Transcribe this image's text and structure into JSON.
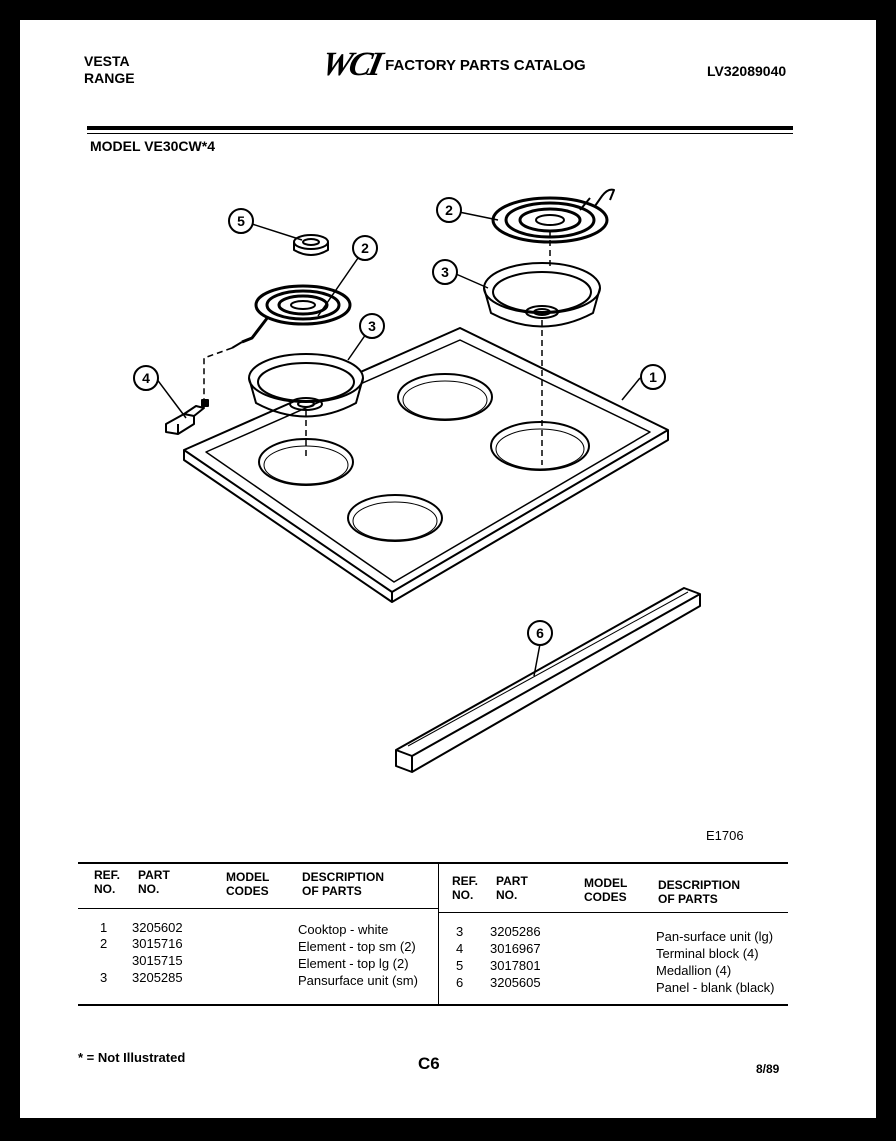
{
  "header": {
    "brand_line1": "VESTA",
    "brand_line2": "RANGE",
    "logo_text": "WCI",
    "catalog_title": "FACTORY PARTS CATALOG",
    "catalog_code": "LV32089040",
    "model": "MODEL VE30CW*4"
  },
  "diagram": {
    "callouts": [
      "5",
      "2",
      "2",
      "3",
      "3",
      "4",
      "1",
      "6"
    ],
    "drawing_code": "E1706"
  },
  "table": {
    "headers": {
      "ref": [
        "REF.",
        "NO."
      ],
      "part": [
        "PART",
        "NO."
      ],
      "model": [
        "MODEL",
        "CODES"
      ],
      "desc": [
        "DESCRIPTION",
        "OF PARTS"
      ]
    },
    "left_rows": [
      {
        "ref": "1",
        "part": "3205602",
        "desc": "Cooktop - white"
      },
      {
        "ref": "2",
        "part": "3015716",
        "desc": "Element - top sm (2)"
      },
      {
        "ref": "",
        "part": "3015715",
        "desc": "Element - top lg (2)"
      },
      {
        "ref": "3",
        "part": "3205285",
        "desc": "Pansurface unit (sm)"
      }
    ],
    "right_rows": [
      {
        "ref": "3",
        "part": "3205286",
        "desc": "Pan-surface unit (lg)"
      },
      {
        "ref": "4",
        "part": "3016967",
        "desc": "Terminal block (4)"
      },
      {
        "ref": "5",
        "part": "3017801",
        "desc": "Medallion (4)"
      },
      {
        "ref": "6",
        "part": "3205605",
        "desc": "Panel - blank (black)"
      }
    ]
  },
  "footer": {
    "not_illustrated": "* = Not Illustrated",
    "page": "C6",
    "date": "8/89"
  }
}
